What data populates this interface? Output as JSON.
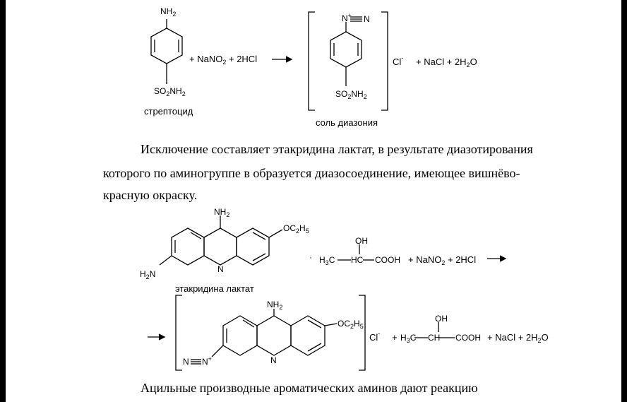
{
  "labels": {
    "streptocid": "стрептоцид",
    "diazonium_salt": "соль диазония",
    "ethacridine_lactate": "этакридина лактат"
  },
  "reagents": {
    "nano2": "NaNO",
    "nano2_sub": "2",
    "hcl": "+ 2HCl",
    "cl": "Cl",
    "cl_sup": "-",
    "nacl": "+ NaCl + 2H",
    "h2o_sub": "2",
    "h2o_o": "O"
  },
  "groups": {
    "nh2": "NH",
    "nh2_sub": "2",
    "so2nh2_a": "SO",
    "so2nh2_b": "NH",
    "oc2h5_a": "OC",
    "oc2h5_b": "H",
    "oc2h5_sub1": "2",
    "oc2h5_sub2": "5",
    "h2n": "H",
    "h2n_n": "N",
    "n_ring": "N",
    "diazo_n": "N",
    "diazo_plus": "+",
    "oh": "OH",
    "h3c": "H",
    "h3c_c": "C",
    "hc": "HC",
    "ch": "CH",
    "cooh": "COOH"
  },
  "paragraph": {
    "line1": "Исключение составляет этакридина лактат, в результате диазотирования",
    "line2": "которого по аминогруппе в образуется диазосоединение, имеющее вишнёво-",
    "line3": "красную окраску.",
    "last_line": "Ацильные   производные   ароматических   аминов   дают   реакцию"
  }
}
